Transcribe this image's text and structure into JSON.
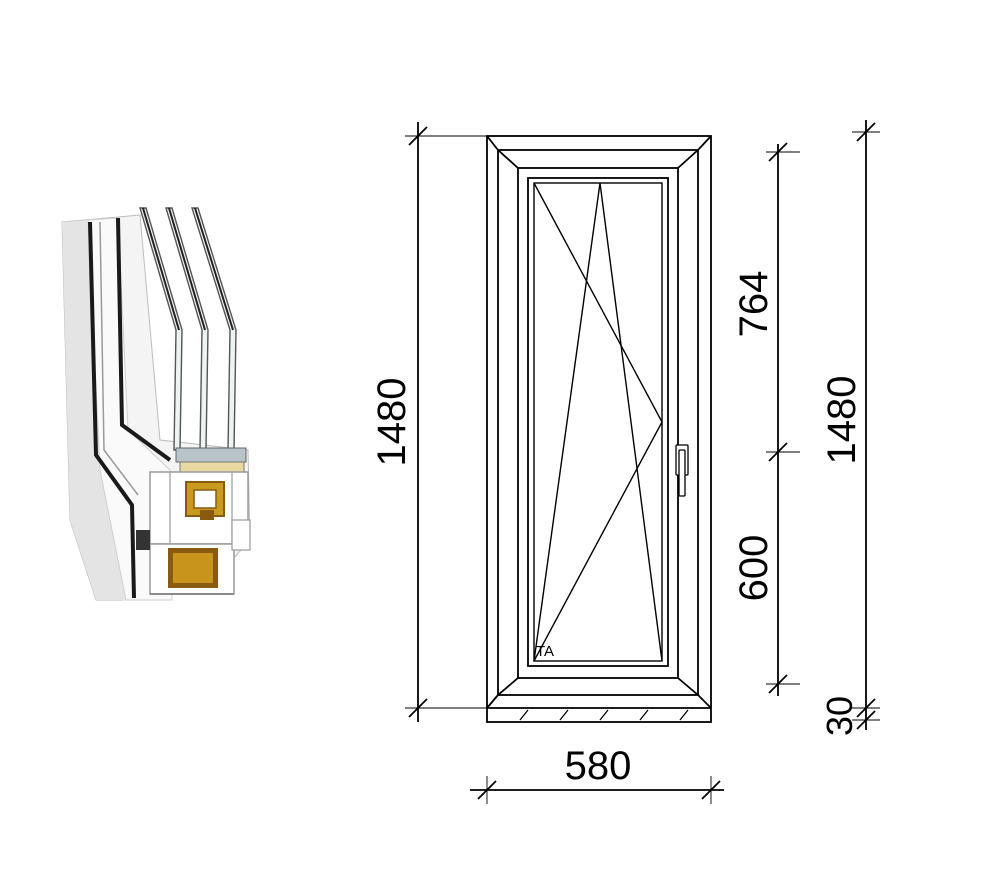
{
  "dimensions": {
    "total_height_left": "1480",
    "total_height_right": "1480",
    "upper_section": "764",
    "lower_section": "600",
    "sill": "30",
    "width": "580"
  },
  "sash_marker": "TA",
  "colors": {
    "line": "#000000",
    "profile_white": "#f3f3f3",
    "profile_shade": "#d6d6d6",
    "reinforcement": "#c89a1e",
    "reinforcement_dark": "#8a5a10",
    "glass": "#e8eef0"
  },
  "icons": {
    "profile": "window-profile-cross-section-icon",
    "handle": "window-handle-icon"
  }
}
